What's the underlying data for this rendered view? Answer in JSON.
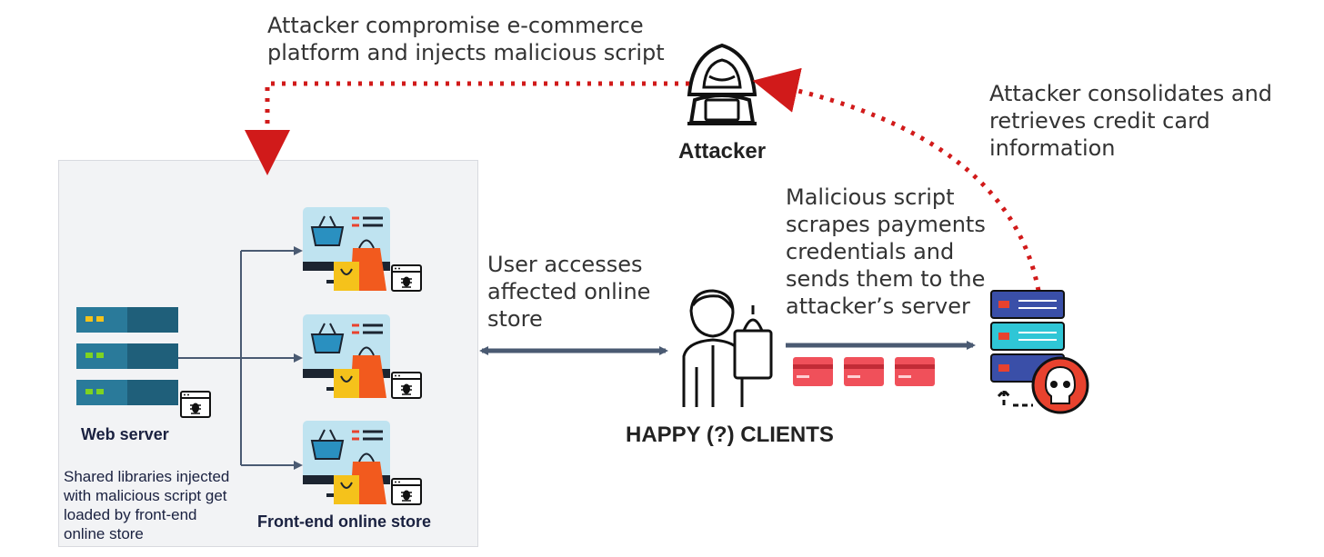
{
  "labels": {
    "compromise": "Attacker compromise e-commerce\nplatform and injects malicious script",
    "attacker": "Attacker",
    "consolidates": "Attacker consolidates and\nretrieves credit card\ninformation",
    "scrapes": "Malicious script\nscrapes payments\ncredentials and\nsends them to the\nattacker’s server",
    "user_accesses": "User accesses\naffected online\nstore",
    "clients": "HAPPY (?) CLIENTS",
    "web_server": "Web server",
    "shared_libs": "Shared libraries injected\nwith malicious script get\nloaded by front-end\nonline store",
    "front_end": "Front-end online store"
  },
  "colors": {
    "attack_path": "#d11a1a",
    "flow_arrow": "#4a5a72",
    "server_teal": "#2a7a9a",
    "card_red": "#f0505a",
    "bag_orange": "#f25a1e",
    "bag_yellow": "#f5c21b",
    "monitor_blue": "#bfe3f0",
    "evil_server_blue": "#3a4fa8",
    "evil_server_cyan": "#2fc6d6",
    "skull_red": "#e8422e"
  },
  "icons": [
    "hooded-attacker-icon",
    "web-server-icon",
    "bug-script-icon",
    "online-store-monitor-icon",
    "shopper-icon",
    "credit-card-icon",
    "malicious-server-icon",
    "skull-icon"
  ]
}
